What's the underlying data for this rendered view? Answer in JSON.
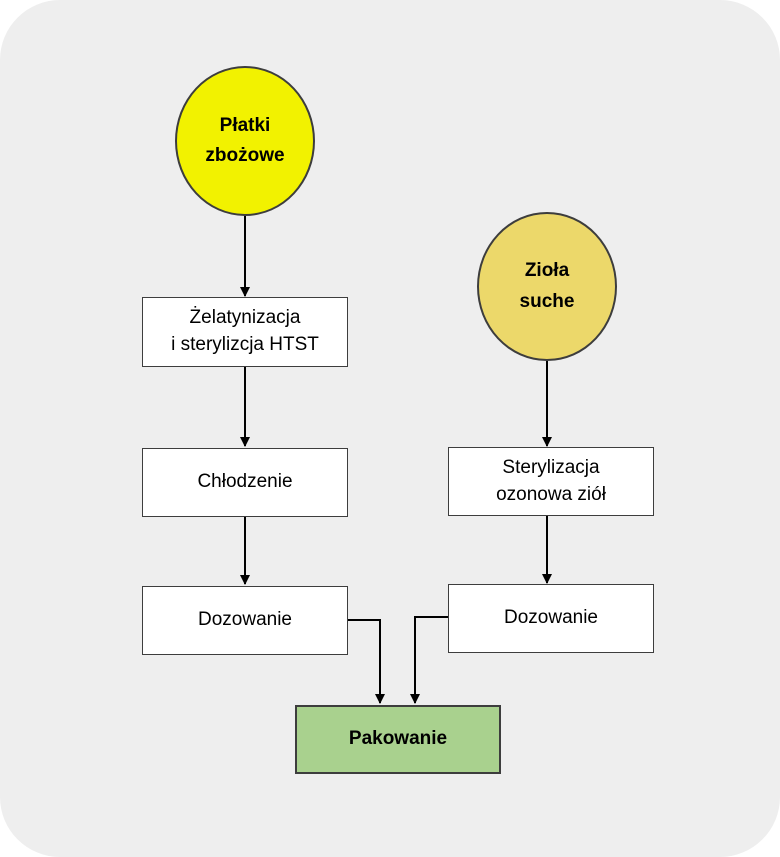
{
  "nodes": {
    "platki": {
      "label": "Płatki\nzbożowe",
      "color": "#f2f200"
    },
    "ziola": {
      "label": "Zioła\nsuche",
      "color": "#ecd86a"
    },
    "zelatynizacja": {
      "label": "Żelatynizacja\ni sterylizcja HTST"
    },
    "chlodzenie": {
      "label": "Chłodzenie"
    },
    "dozowanie_left": {
      "label": "Dozowanie"
    },
    "sterylizacja": {
      "label": "Sterylizacja\nozonowa ziół"
    },
    "dozowanie_right": {
      "label": "Dozowanie"
    },
    "pakowanie": {
      "label": "Pakowanie",
      "color": "#a9d18e"
    }
  },
  "edges": [
    {
      "from": "Płatki zbożowe",
      "to": "Żelatynizacja i sterylizcja HTST"
    },
    {
      "from": "Żelatynizacja i sterylizcja HTST",
      "to": "Chłodzenie"
    },
    {
      "from": "Chłodzenie",
      "to": "Dozowanie"
    },
    {
      "from": "Dozowanie",
      "to": "Pakowanie"
    },
    {
      "from": "Zioła suche",
      "to": "Sterylizacja ozonowa ziół"
    },
    {
      "from": "Sterylizacja ozonowa ziół",
      "to": "Dozowanie"
    },
    {
      "from": "Dozowanie",
      "to": "Pakowanie"
    }
  ]
}
